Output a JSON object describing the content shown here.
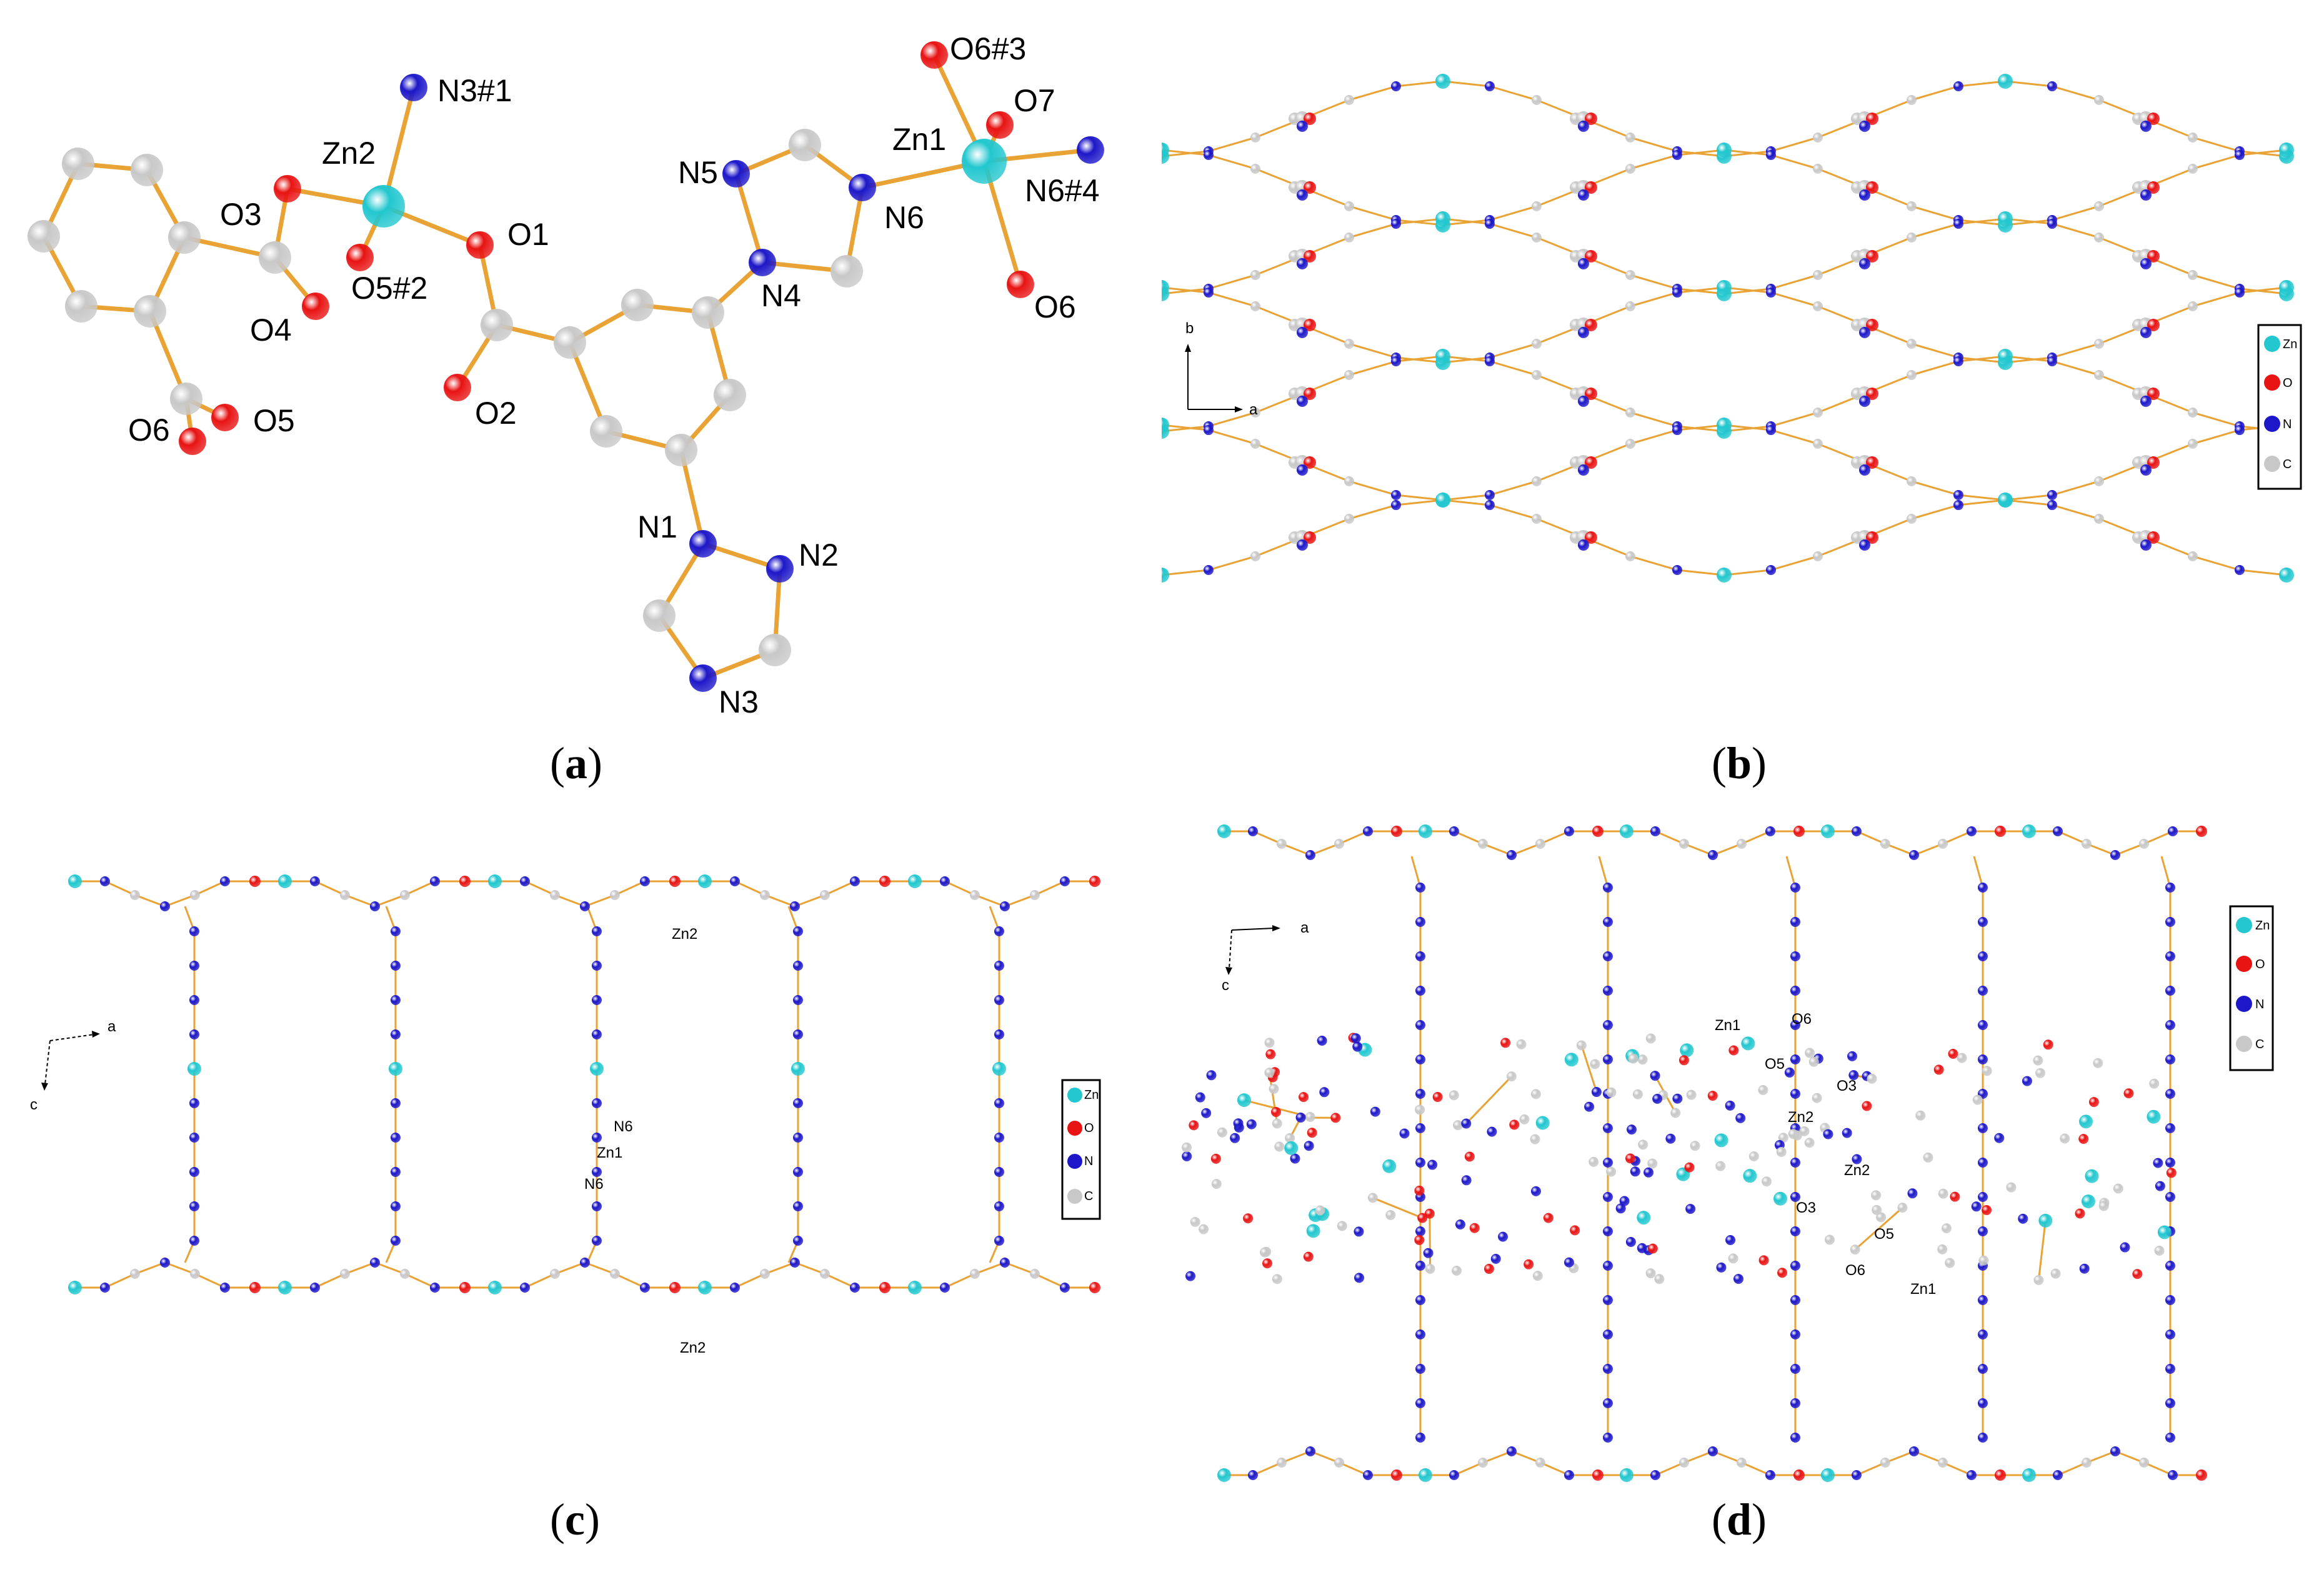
{
  "colors": {
    "Zn": "#22c7cf",
    "O": "#e81313",
    "N": "#1d17c9",
    "C": "#c8c8c8",
    "bond": "#e8a334"
  },
  "captions": {
    "a": "a",
    "b": "b",
    "c": "c",
    "d": "d"
  },
  "panel_a": {
    "labels": [
      "Zn2",
      "N3#1",
      "O3",
      "O5#2",
      "O1",
      "O4",
      "O6",
      "O5",
      "O2",
      "N5",
      "N6",
      "N4",
      "Zn1",
      "O6#3",
      "O7",
      "N6#4",
      "O6",
      "N1",
      "N2",
      "N3"
    ]
  },
  "panel_b": {
    "axes": {
      "x": "a",
      "y": "b"
    },
    "legend": [
      "Zn",
      "O",
      "N",
      "C"
    ]
  },
  "panel_c": {
    "axes": {
      "x": "a",
      "y": "c"
    },
    "labels": [
      "Zn2",
      "N6",
      "Zn1",
      "N6",
      "Zn2"
    ],
    "legend": [
      "Zn",
      "O",
      "N",
      "C"
    ]
  },
  "panel_d": {
    "axes": {
      "x": "a",
      "y": "c"
    },
    "labels": [
      "Zn1",
      "O6",
      "O5",
      "O3",
      "Zn2",
      "Zn2",
      "O3",
      "O5",
      "O6",
      "Zn1"
    ],
    "legend": [
      "Zn",
      "O",
      "N",
      "C"
    ]
  }
}
